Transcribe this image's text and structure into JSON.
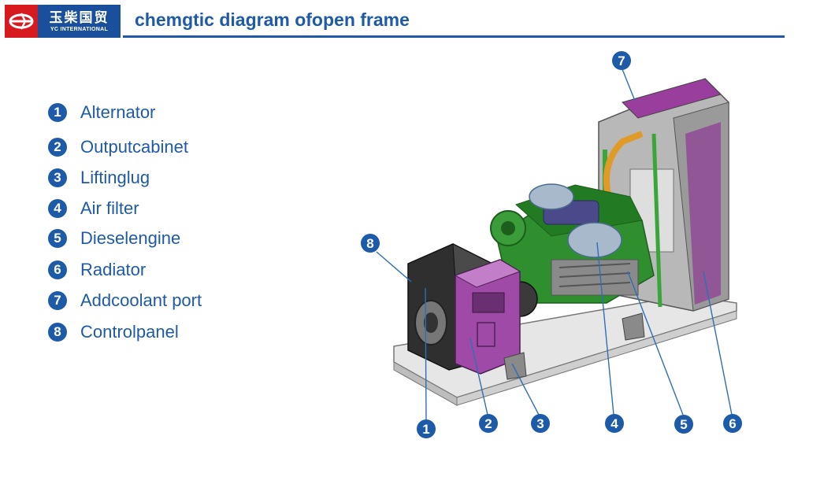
{
  "header": {
    "logo_cn": "玉柴国贸",
    "logo_en": "YC INTERNATIONAL",
    "title": "chemgtic diagram ofopen frame",
    "accent_color": "#1f5aa8",
    "logo_red": "#d71920"
  },
  "legend": [
    {
      "num": "1",
      "label": "Alternator"
    },
    {
      "num": "2",
      "label": "Outputcabinet"
    },
    {
      "num": "3",
      "label": "Liftinglug"
    },
    {
      "num": "4",
      "label": "Air filter"
    },
    {
      "num": "5",
      "label": "Dieselengine"
    },
    {
      "num": "6",
      "label": "Radiator"
    },
    {
      "num": "7",
      "label": "Addcoolant port"
    },
    {
      "num": "8",
      "label": "Controlpanel"
    }
  ],
  "callouts": {
    "c1": "1",
    "c2": "2",
    "c3": "3",
    "c4": "4",
    "c5": "5",
    "c6": "6",
    "c7": "7",
    "c8": "8"
  }
}
